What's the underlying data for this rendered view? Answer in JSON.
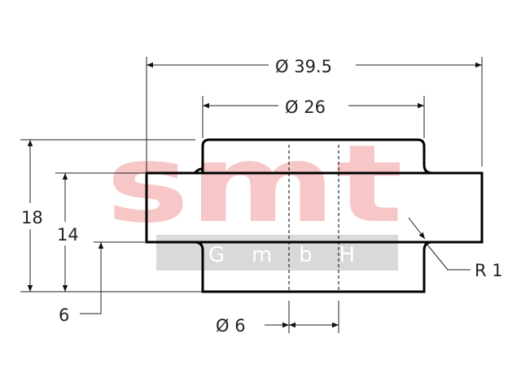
{
  "watermark": {
    "logo_text": "smt",
    "sub_text": "G m b H",
    "logo_color": "#f7c7c7",
    "band_color": "#d9d9d9"
  },
  "dimensions": {
    "outer_diameter": "Ø 39.5",
    "inner_diameter": "Ø 26",
    "bore_diameter": "Ø 6",
    "total_height": "18",
    "middle_height": "14",
    "base_height": "6",
    "radius": "R 1"
  },
  "colors": {
    "line": "#000000",
    "dim_line": "#222222"
  }
}
